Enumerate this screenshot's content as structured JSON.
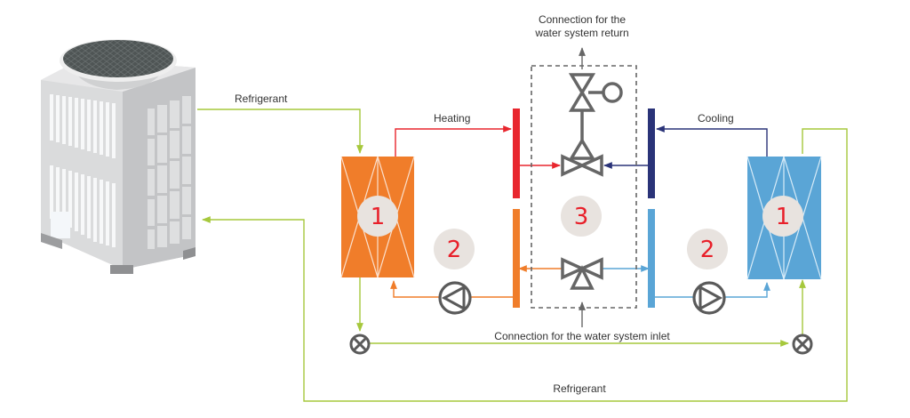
{
  "labels": {
    "refrigerant_top": "Refrigerant",
    "refrigerant_bottom": "Refrigerant",
    "heating": "Heating",
    "cooling": "Cooling",
    "return_line1": "Connection for the",
    "return_line2": "water system return",
    "inlet": "Connection for the water system inlet"
  },
  "markers": {
    "heat_exchanger_hot": "1",
    "heat_exchanger_cold": "1",
    "pump_hot": "2",
    "pump_cold": "2",
    "valve_group": "3"
  },
  "colors": {
    "refrigerant": "#a6c83c",
    "heating": "#e8262e",
    "hot_return": "#f07d2a",
    "cooling": "#2a3378",
    "cold_return": "#5aa5d6",
    "exchanger_hot": "#f07d2a",
    "exchanger_cold": "#5aa5d6",
    "symbol": "#666666",
    "marker_bg": "#e8e3df",
    "marker_text": "#e8202a"
  },
  "components": {
    "outdoor_unit": "outdoor-unit",
    "hot_exchanger": "plate-heat-exchanger",
    "cold_exchanger": "plate-heat-exchanger",
    "pumps": [
      "circulation-pump",
      "circulation-pump"
    ],
    "expansion_valves": [
      "expansion-valve",
      "expansion-valve"
    ],
    "valves": [
      "three-way-valve-actuated",
      "three-way-valve"
    ]
  }
}
